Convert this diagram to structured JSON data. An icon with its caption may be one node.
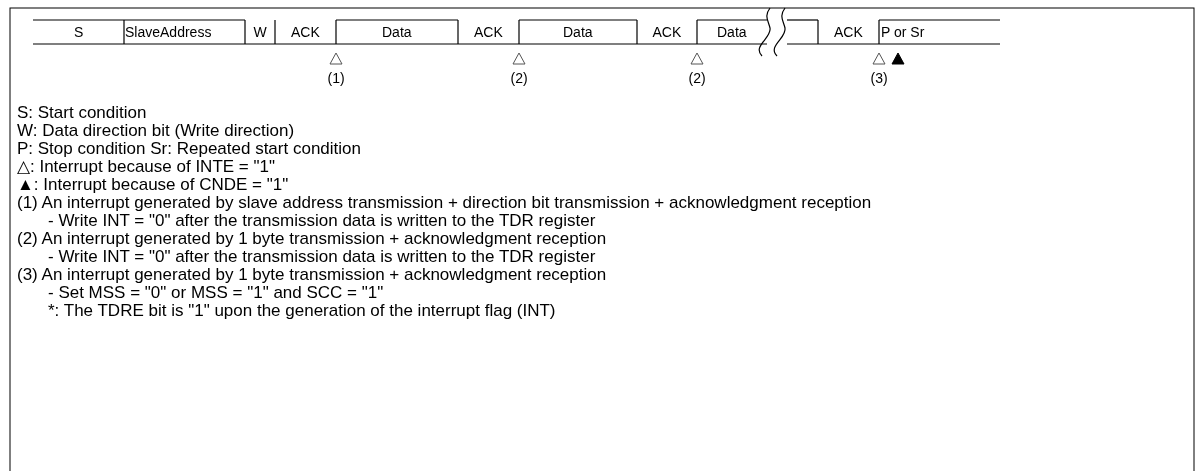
{
  "diagram": {
    "labels": [
      "S",
      "SlaveAddress",
      "W",
      "ACK",
      "Data",
      "ACK",
      "Data",
      "ACK",
      "Data",
      "ACK",
      "P or Sr",
      "(1)",
      "(2)",
      "(2)",
      "(3)",
      "S: Start condition",
      "W: Data direction bit (Write direction)",
      "P: Stop condition  Sr: Repeated start condition",
      "△: Interrupt because of INTE = \"1\"",
      "▲: Interrupt because of CNDE = \"1\"",
      "(1) An interrupt generated by slave address transmission + direction bit transmission + acknowledgment reception",
      "- Write INT = \"0\" after the transmission data is written to the TDR register",
      "(2) An interrupt generated by 1 byte transmission + acknowledgment reception",
      "- Write INT = \"0\" after the transmission data is written to the TDR register",
      "(3) An interrupt generated by 1 byte transmission + acknowledgment reception",
      "- Set MSS = \"0\" or MSS = \"1\" and SCC = \"1\"",
      "*: The TDRE bit is \"1\" upon the generation of the interrupt flag (INT)"
    ]
  }
}
